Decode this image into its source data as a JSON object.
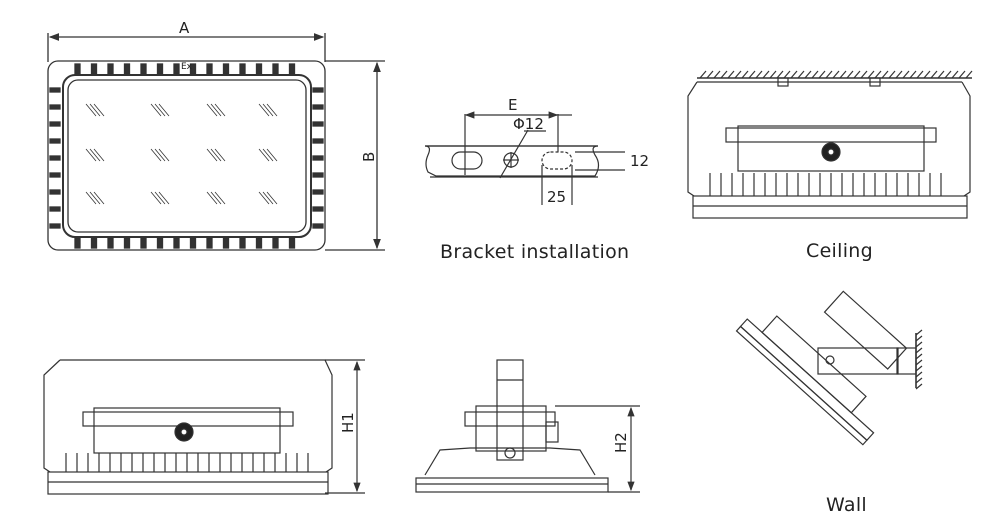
{
  "colors": {
    "line": "#333333",
    "fill": "#ffffff",
    "dark": "#222222"
  },
  "views": {
    "top": {
      "dim_a": "A",
      "dim_b": "B",
      "mark": "Ex"
    },
    "bracket": {
      "dim_e": "E",
      "hole_dia": "Φ12",
      "slot_height": "12",
      "slot_width": "25",
      "caption": "Bracket installation"
    },
    "ceiling": {
      "caption": "Ceiling"
    },
    "front": {
      "dim_h1": "H1"
    },
    "side": {
      "dim_h2": "H2"
    },
    "wall": {
      "caption": "Wall"
    }
  }
}
